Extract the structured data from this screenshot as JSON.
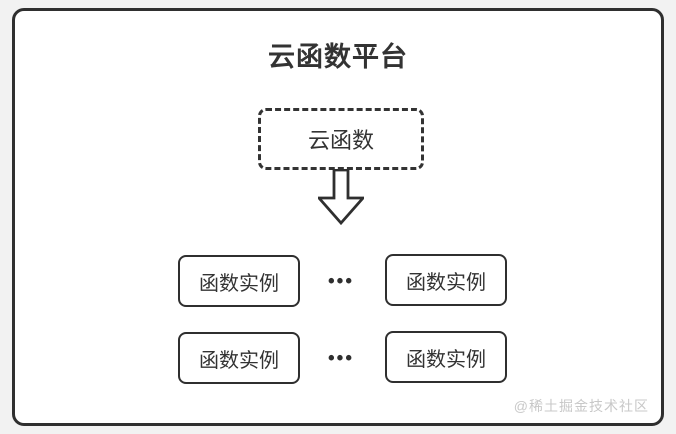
{
  "diagram": {
    "title": "云函数平台",
    "cloud_function": {
      "label": "云函数"
    },
    "arrow": {
      "direction": "down",
      "style": "outlined-block-arrow"
    },
    "instances": [
      {
        "label": "函数实例"
      },
      {
        "label": "函数实例"
      },
      {
        "label": "函数实例"
      },
      {
        "label": "函数实例"
      }
    ],
    "ellipsis": "•••",
    "watermark": "@稀土掘金技术社区",
    "colors": {
      "border": "#2f2f2f",
      "text": "#333333",
      "watermark_text": "#c8c8c8",
      "card_background": "#ffffff",
      "page_background": "#f2f2f2"
    }
  }
}
